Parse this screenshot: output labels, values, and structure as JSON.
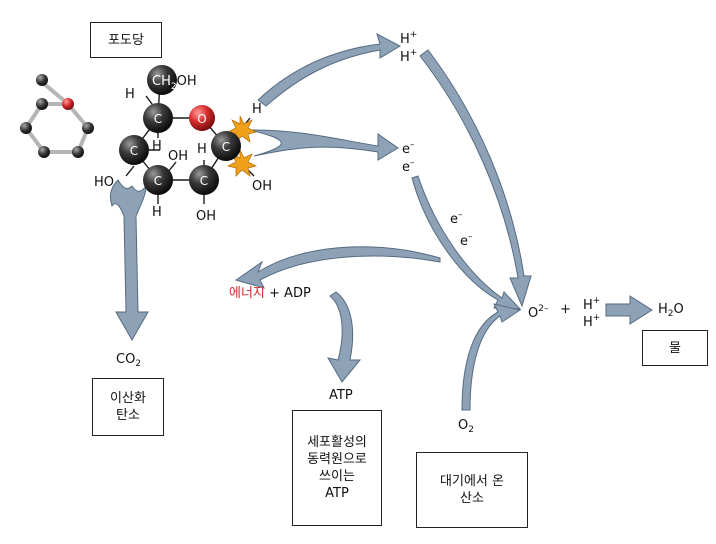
{
  "boxes": {
    "glucose": "포도당",
    "co2_name": "이산화\n탄소",
    "atp_desc": "세포활성의\n동력원으로\n쓰이는\nATP",
    "o2_desc": "대기에서 온\n산소",
    "water": "물"
  },
  "molecule": {
    "carbon": "C",
    "oxygen": "O",
    "h": "H",
    "oh": "OH",
    "ho": "HO",
    "ch2oh_ch": "CH",
    "ch2oh_sub": "2",
    "ch2oh_oh": "OH"
  },
  "labels": {
    "h_plus": "H",
    "plus_sup": "+",
    "e_minus": "e",
    "minus_sup": "–",
    "co2_main": "CO",
    "co2_sub": "2",
    "energy": "에너지",
    "plus_adp": "+ ADP",
    "atp": "ATP",
    "o2_main": "O",
    "o2_sub": "2",
    "oxide_main": "O",
    "oxide_sup": "2–",
    "plus": "+",
    "h2o_h": "H",
    "h2o_sub": "2",
    "h2o_o": "O"
  },
  "colors": {
    "arrow": "#8ea2b7",
    "arrow_stroke": "#566b82",
    "carbon": "#2a2a2a",
    "oxygen": "#d92d2d",
    "spark": "#f0a11c",
    "energy_text": "#d22b2b"
  }
}
